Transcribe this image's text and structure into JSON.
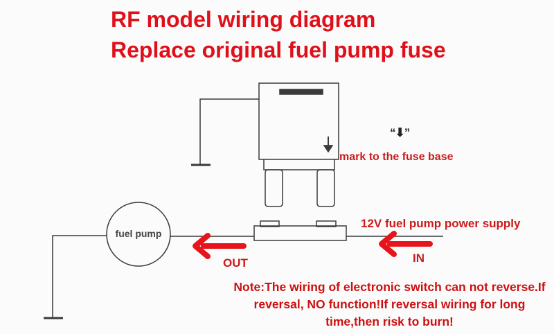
{
  "title": {
    "line1": "RF model wiring diagram",
    "line2": "Replace original fuel pump fuse"
  },
  "labels": {
    "quote_marks": "“⬇”",
    "mark": "mark to the fuse base",
    "supply": "12V fuel pump power supply",
    "out": "OUT",
    "in": "IN",
    "pump": "fuel pump"
  },
  "note": "Note:The wiring of electronic switch can not reverse.If reversal, NO function!If reversal wiring for long time,then risk to burn!",
  "colors": {
    "title": "#e0101a",
    "arrows": "#e8141c",
    "lines": "#3a3a3a",
    "note": "#cc1010"
  }
}
